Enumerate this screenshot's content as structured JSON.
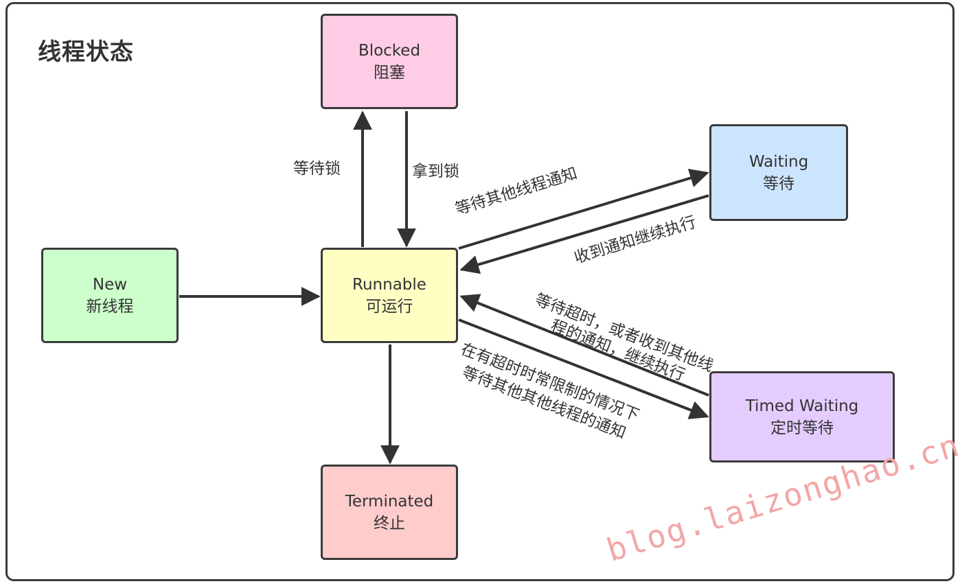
{
  "title": "线程状态",
  "states": {
    "new": {
      "en": "New",
      "zh": "新线程",
      "color": "#ccffcc"
    },
    "runnable": {
      "en": "Runnable",
      "zh": "可运行",
      "color": "#ffffc4"
    },
    "blocked": {
      "en": "Blocked",
      "zh": "阻塞",
      "color": "#ffcce6"
    },
    "waiting": {
      "en": "Waiting",
      "zh": "等待",
      "color": "#cce5ff"
    },
    "timed": {
      "en": "Timed Waiting",
      "zh": "定时等待",
      "color": "#e5ccff"
    },
    "terminated": {
      "en": "Terminated",
      "zh": "终止",
      "color": "#ffcccc"
    }
  },
  "transitions": {
    "wait_lock": "等待锁",
    "get_lock": "拿到锁",
    "wait_other": "等待其他线程通知",
    "notified_continue": "收到通知继续执行",
    "timeout_line1": "等待超时，或者收到其他线",
    "timeout_line2": "程的通知，继续执行",
    "timed_line1": "在有超时时常限制的情况下",
    "timed_line2": "等待其他其他线程的通知"
  },
  "watermark": "blog.laizonghao.cn",
  "colors": {
    "border": "#3a3a3a",
    "text": "#333333",
    "watermark": "#f2a6a6"
  }
}
